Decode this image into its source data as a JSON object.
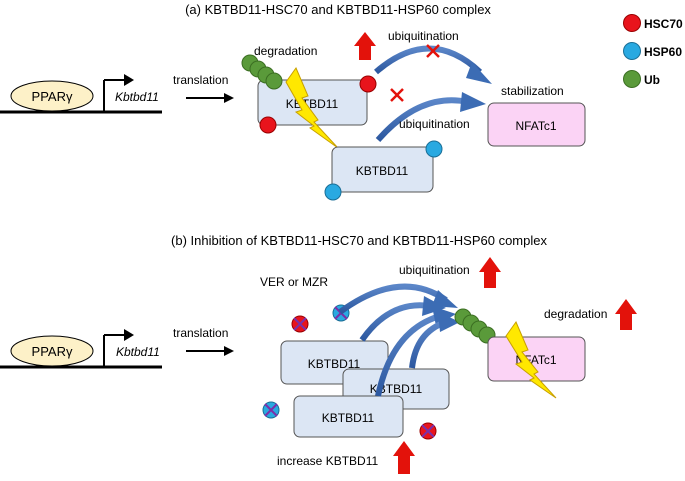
{
  "panel_a": {
    "title": "(a) KBTBD11-HSC70 and KBTBD11-HSP60 complex",
    "pparg": "PPARγ",
    "gene": "Kbtbd11",
    "translation": "translation",
    "degradation": "degradation",
    "ubiquitination_1": "ubiquitination",
    "ubiquitination_2": "ubiquitination",
    "stabilization": "stabilization",
    "protein_1": "KBTBD11",
    "protein_2": "KBTBD11",
    "target": "NFATc1"
  },
  "legend": {
    "hsc70": "HSC70",
    "hsp60": "HSP60",
    "ub": "Ub"
  },
  "panel_b": {
    "title": "(b) Inhibition of KBTBD11-HSC70 and KBTBD11-HSP60 complex",
    "pparg": "PPARγ",
    "gene": "Kbtbd11",
    "translation": "translation",
    "inhibitor": "VER or MZR",
    "ubiquitination": "ubiquitination",
    "degradation": "degradation",
    "protein_1": "KBTBD11",
    "protein_2": "KBTBD11",
    "protein_3": "KBTBD11",
    "target": "NFATc1",
    "increase": "increase KBTBD11"
  },
  "colors": {
    "hsc70": "#e8141c",
    "hsp60": "#29a9e1",
    "ub": "#5a9a3a",
    "kbtbd11_fill": "#dce6f4",
    "nfatc1_fill": "#fbd3f5",
    "pparg_fill": "#fdf1c8",
    "arrow_blue": "#3c6cb4",
    "red_arrow": "#e3120b",
    "bolt": "#ffe800"
  }
}
